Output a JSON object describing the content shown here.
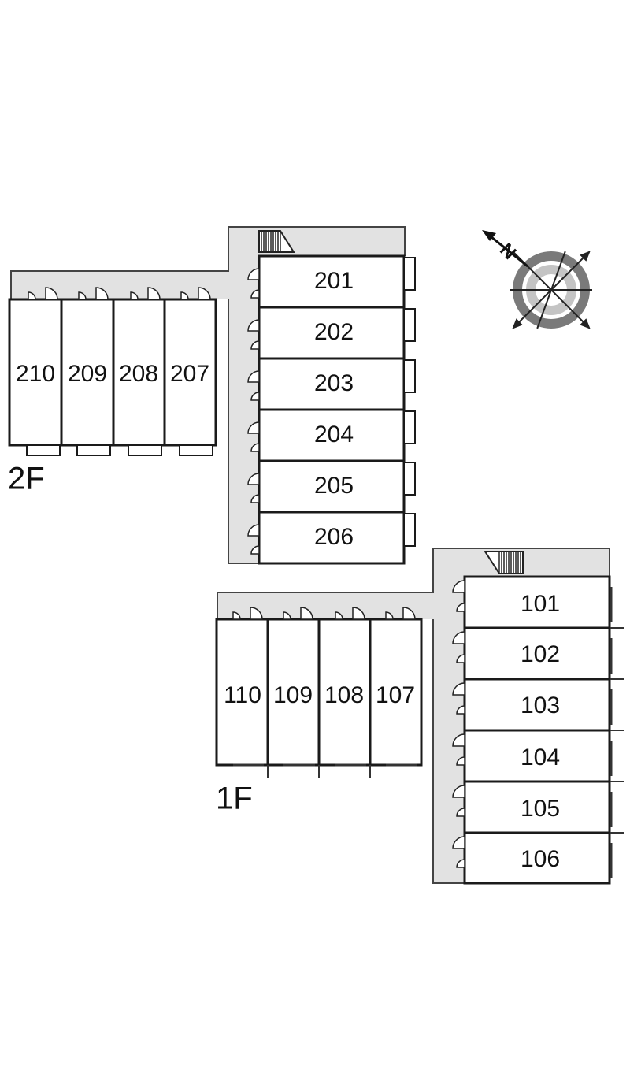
{
  "colors": {
    "corridor": "#e2e2e2",
    "wall": "#1a1a1a",
    "outline": "#444444",
    "compass_dark": "#7a7a7a",
    "compass_light": "#c4c4c4"
  },
  "compass": {
    "icon": "north-arrow-compass",
    "label": "N"
  },
  "floors": [
    {
      "key": "second",
      "label": "2F",
      "rooms_row": [
        "210",
        "209",
        "208",
        "207"
      ],
      "rooms_column": [
        "201",
        "202",
        "203",
        "204",
        "205",
        "206"
      ]
    },
    {
      "key": "first",
      "label": "1F",
      "rooms_row": [
        "110",
        "109",
        "108",
        "107"
      ],
      "rooms_column": [
        "101",
        "102",
        "103",
        "104",
        "105",
        "106"
      ]
    }
  ]
}
